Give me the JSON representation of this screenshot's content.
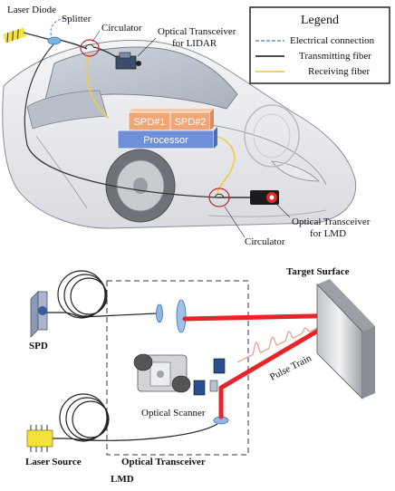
{
  "top_diagram": {
    "labels": {
      "laser_diode": "Laser Diode",
      "splitter": "Splitter",
      "circulator_top": "Circulator",
      "lidar_line1": "Optical Transceiver",
      "lidar_line2": "for LIDAR",
      "spd1": "SPD#1",
      "spd2": "SPD#2",
      "processor": "Processor",
      "circulator_bottom": "Circulator",
      "lmd_line1": "Optical Transceiver",
      "lmd_line2": "for LMD"
    },
    "legend": {
      "title": "Legend",
      "items": [
        {
          "label": "Electrical connection",
          "style": "dashed",
          "color": "#6b8fd6"
        },
        {
          "label": "Transmitting fiber",
          "style": "solid",
          "color": "#333333"
        },
        {
          "label": "Receiving fiber",
          "style": "solid",
          "color": "#f2c94c"
        }
      ]
    }
  },
  "bottom_diagram": {
    "labels": {
      "target_surface": "Target Surface",
      "spd": "SPD",
      "pulse_train": "Pulse Train",
      "optical_scanner": "Optical Scanner",
      "laser_source": "Laser Source",
      "optical_transceiver": "Optical Transceiver",
      "lmd": "LMD"
    }
  },
  "colors": {
    "laser_beam": "#e8232a",
    "spd_block": "#f0a577",
    "processor_block": "#6f8fd9"
  }
}
